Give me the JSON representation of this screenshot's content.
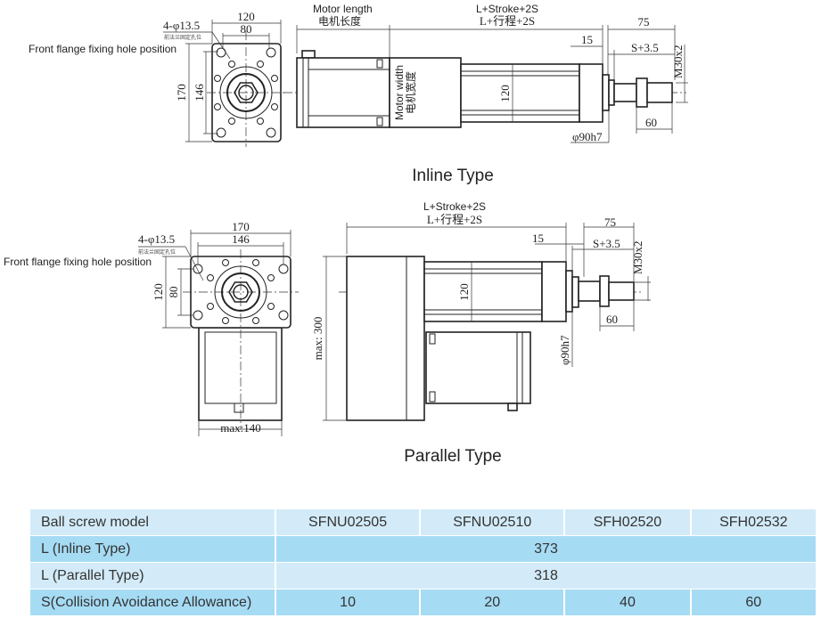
{
  "inline": {
    "hole_spec": "4-φ13.5",
    "hole_cn": "前法兰固定孔位",
    "hole_en": "Front flange fixing hole position",
    "flange_width": "120",
    "hole_pitch_h": "80",
    "flange_height": "170",
    "hole_pitch_v": "146",
    "motor_length_en": "Motor length",
    "motor_length_cn": "电机长度",
    "total_en": "L+Stroke+2S",
    "total_cn": "L+行程+2S",
    "rod_ext": "75",
    "cap_len": "15",
    "s_dim": "S+3.5",
    "thread": "M30x2",
    "tube_size": "120",
    "thread_len": "60",
    "bore": "φ90h7",
    "motor_width_en": "Motor width",
    "motor_width_cn": "电机宽度",
    "title": "Inline Type"
  },
  "parallel": {
    "hole_spec": "4-φ13.5",
    "hole_cn": "前法兰固定孔位",
    "hole_en": "Front flange fixing hole position",
    "flange_width": "170",
    "hole_pitch_h": "146",
    "flange_height": "120",
    "hole_pitch_v": "80",
    "total_en": "L+Stroke+2S",
    "total_cn": "L+行程+2S",
    "rod_ext": "75",
    "cap_len": "15",
    "s_dim": "S+3.5",
    "thread": "M30x2",
    "tube_size": "120",
    "thread_len": "60",
    "bore": "φ90h7",
    "max_height": "max: 300",
    "max_width": "max:140",
    "title": "Parallel Type"
  },
  "table": {
    "header": [
      "Ball screw model",
      "SFNU02505",
      "SFNU02510",
      "SFH02520",
      "SFH02532"
    ],
    "rows": [
      {
        "label": "L (Inline Type)",
        "value": "373"
      },
      {
        "label": "L (Parallel Type)",
        "value": "318"
      },
      {
        "label": "S(Collision Avoidance Allowance)",
        "values": [
          "10",
          "20",
          "40",
          "60"
        ]
      }
    ]
  }
}
